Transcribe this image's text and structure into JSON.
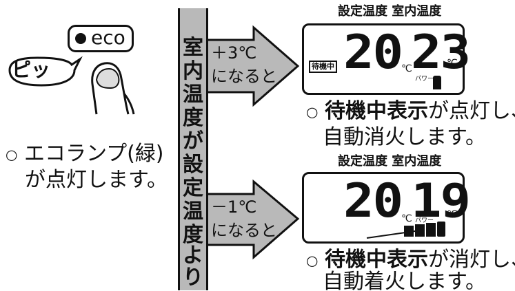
{
  "eco_button": {
    "label": "eco"
  },
  "sound_bubble": {
    "text": "ピッ"
  },
  "lamp_note": {
    "bullet": "○",
    "line1": "エコランプ(緑)",
    "line2": "が点灯します。"
  },
  "vertical_text": [
    "室",
    "内",
    "温",
    "度",
    "が",
    "設",
    "定",
    "温",
    "度",
    "よ",
    "り"
  ],
  "upper_arrow": {
    "line1": "＋3℃",
    "line2": "になると"
  },
  "lower_arrow": {
    "line1": "－1℃",
    "line2": "になると"
  },
  "display_top": {
    "header": "設定温度  室内温度",
    "set_temp": "20",
    "room_temp": "23",
    "unit": "℃",
    "standby_label": "待機中",
    "power_label": "パワー"
  },
  "display_bottom": {
    "header": "設定温度  室内温度",
    "set_temp": "20",
    "room_temp": "19",
    "unit": "℃",
    "power_label": "パワー"
  },
  "top_note": {
    "bullet": "○",
    "line1_bold": "待機中表示",
    "line1_rest": "が点灯し、",
    "line2": "自動消火します。"
  },
  "bottom_note": {
    "bullet": "○",
    "line1_bold": "待機中表示",
    "line1_rest": "が消灯し、",
    "line2": "自動着火します。"
  }
}
